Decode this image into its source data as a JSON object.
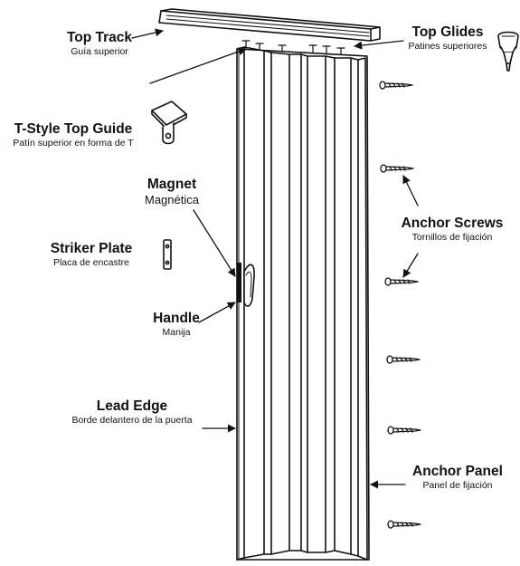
{
  "labels": {
    "top_track": {
      "en": "Top Track",
      "es": "Guía superior"
    },
    "top_glides": {
      "en": "Top Glides",
      "es": "Patines superiores"
    },
    "t_style_guide": {
      "en": "T-Style Top Guide",
      "es": "Patín superior en forma de T"
    },
    "magnet": {
      "en": "Magnet",
      "es": "Magnética"
    },
    "striker_plate": {
      "en": "Striker Plate",
      "es": "Placa de encastre"
    },
    "handle": {
      "en": "Handle",
      "es": "Manija"
    },
    "lead_edge": {
      "en": "Lead Edge",
      "es": "Borde delantero de la puerta"
    },
    "anchor_screws": {
      "en": "Anchor Screws",
      "es": "Tornillos de fijación"
    },
    "anchor_panel": {
      "en": "Anchor Panel",
      "es": "Panel de fijación"
    }
  },
  "colors": {
    "line": "#111111",
    "fill": "#ffffff"
  }
}
